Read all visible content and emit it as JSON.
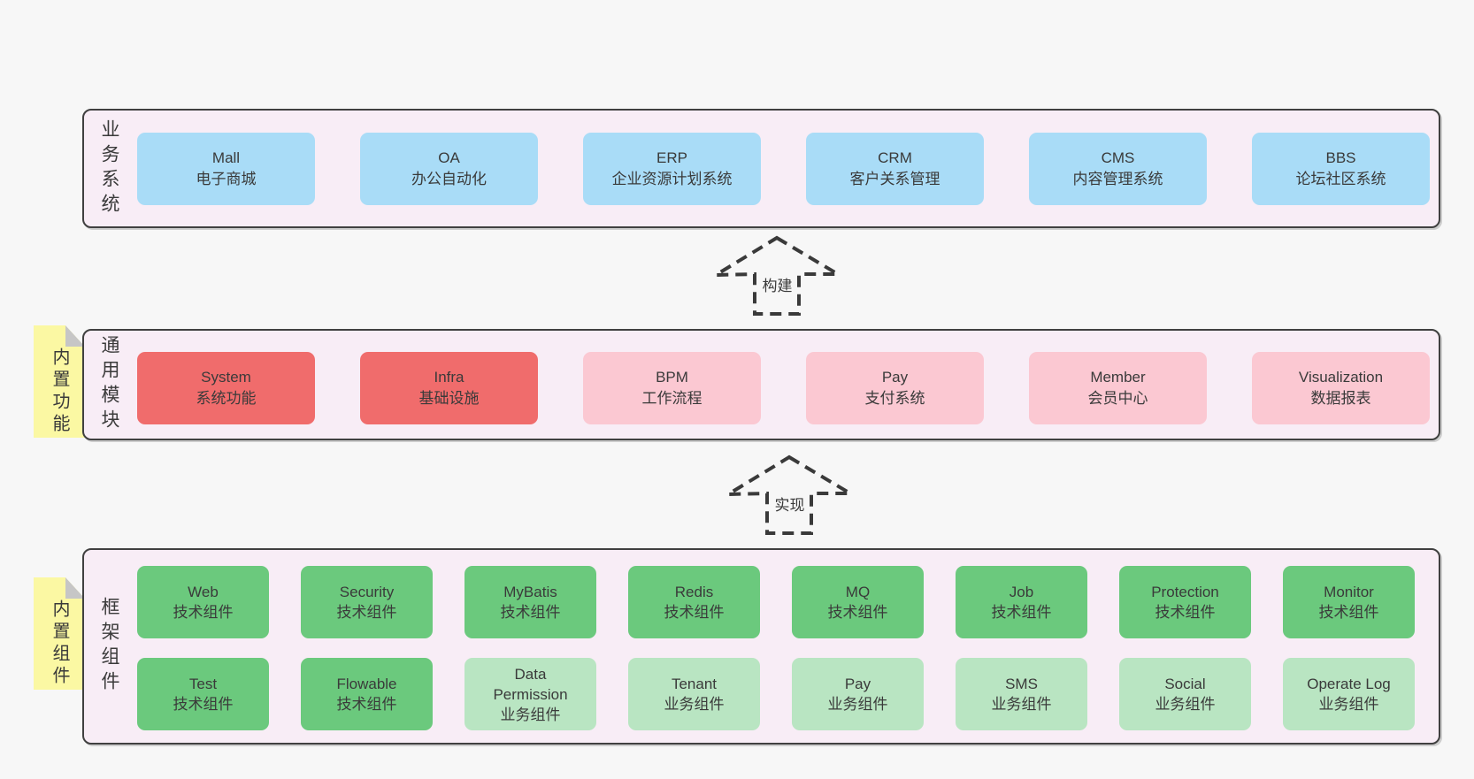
{
  "colors": {
    "page_bg": "#f7f7f7",
    "panel_bg": "#f8edf6",
    "panel_border": "#404040",
    "blue_box": "#a9dcf7",
    "red_box": "#f06c6c",
    "pink_box": "#fbc8d2",
    "green_box": "#6bc97d",
    "light_green_box": "#b9e5c2",
    "sticky_yellow": "#fbf8a3",
    "sticky_fold_gray": "#c6c6c6",
    "text": "#3a3a3a"
  },
  "layers": {
    "business": {
      "label": "业务系统",
      "boxes": [
        {
          "name": "Mall",
          "desc": "电子商城",
          "variant": "blue"
        },
        {
          "name": "OA",
          "desc": "办公自动化",
          "variant": "blue"
        },
        {
          "name": "ERP",
          "desc": "企业资源计划系统",
          "variant": "blue"
        },
        {
          "name": "CRM",
          "desc": "客户关系管理",
          "variant": "blue"
        },
        {
          "name": "CMS",
          "desc": "内容管理系统",
          "variant": "blue"
        },
        {
          "name": "BBS",
          "desc": "论坛社区系统",
          "variant": "blue"
        }
      ]
    },
    "modules": {
      "label": "通用模块",
      "sticky": "内置功能",
      "boxes": [
        {
          "name": "System",
          "desc": "系统功能",
          "variant": "red"
        },
        {
          "name": "Infra",
          "desc": "基础设施",
          "variant": "red"
        },
        {
          "name": "BPM",
          "desc": "工作流程",
          "variant": "pink"
        },
        {
          "name": "Pay",
          "desc": "支付系统",
          "variant": "pink"
        },
        {
          "name": "Member",
          "desc": "会员中心",
          "variant": "pink"
        },
        {
          "name": "Visualization",
          "desc": "数据报表",
          "variant": "pink"
        }
      ]
    },
    "components": {
      "label": "框架组件",
      "sticky": "内置组件",
      "row1": [
        {
          "name": "Web",
          "desc": "技术组件",
          "variant": "green"
        },
        {
          "name": "Security",
          "desc": "技术组件",
          "variant": "green"
        },
        {
          "name": "MyBatis",
          "desc": "技术组件",
          "variant": "green"
        },
        {
          "name": "Redis",
          "desc": "技术组件",
          "variant": "green"
        },
        {
          "name": "MQ",
          "desc": "技术组件",
          "variant": "green"
        },
        {
          "name": "Job",
          "desc": "技术组件",
          "variant": "green"
        },
        {
          "name": "Protection",
          "desc": "技术组件",
          "variant": "green"
        },
        {
          "name": "Monitor",
          "desc": "技术组件",
          "variant": "green"
        }
      ],
      "row2": [
        {
          "name": "Test",
          "desc": "技术组件",
          "variant": "green"
        },
        {
          "name": "Flowable",
          "desc": "技术组件",
          "variant": "green"
        },
        {
          "name": "Data Permission",
          "desc": "业务组件",
          "variant": "lightgreen"
        },
        {
          "name": "Tenant",
          "desc": "业务组件",
          "variant": "lightgreen"
        },
        {
          "name": "Pay",
          "desc": "业务组件",
          "variant": "lightgreen"
        },
        {
          "name": "SMS",
          "desc": "业务组件",
          "variant": "lightgreen"
        },
        {
          "name": "Social",
          "desc": "业务组件",
          "variant": "lightgreen"
        },
        {
          "name": "Operate Log",
          "desc": "业务组件",
          "variant": "lightgreen"
        }
      ]
    }
  },
  "arrows": {
    "build": "构建",
    "implement": "实现"
  }
}
